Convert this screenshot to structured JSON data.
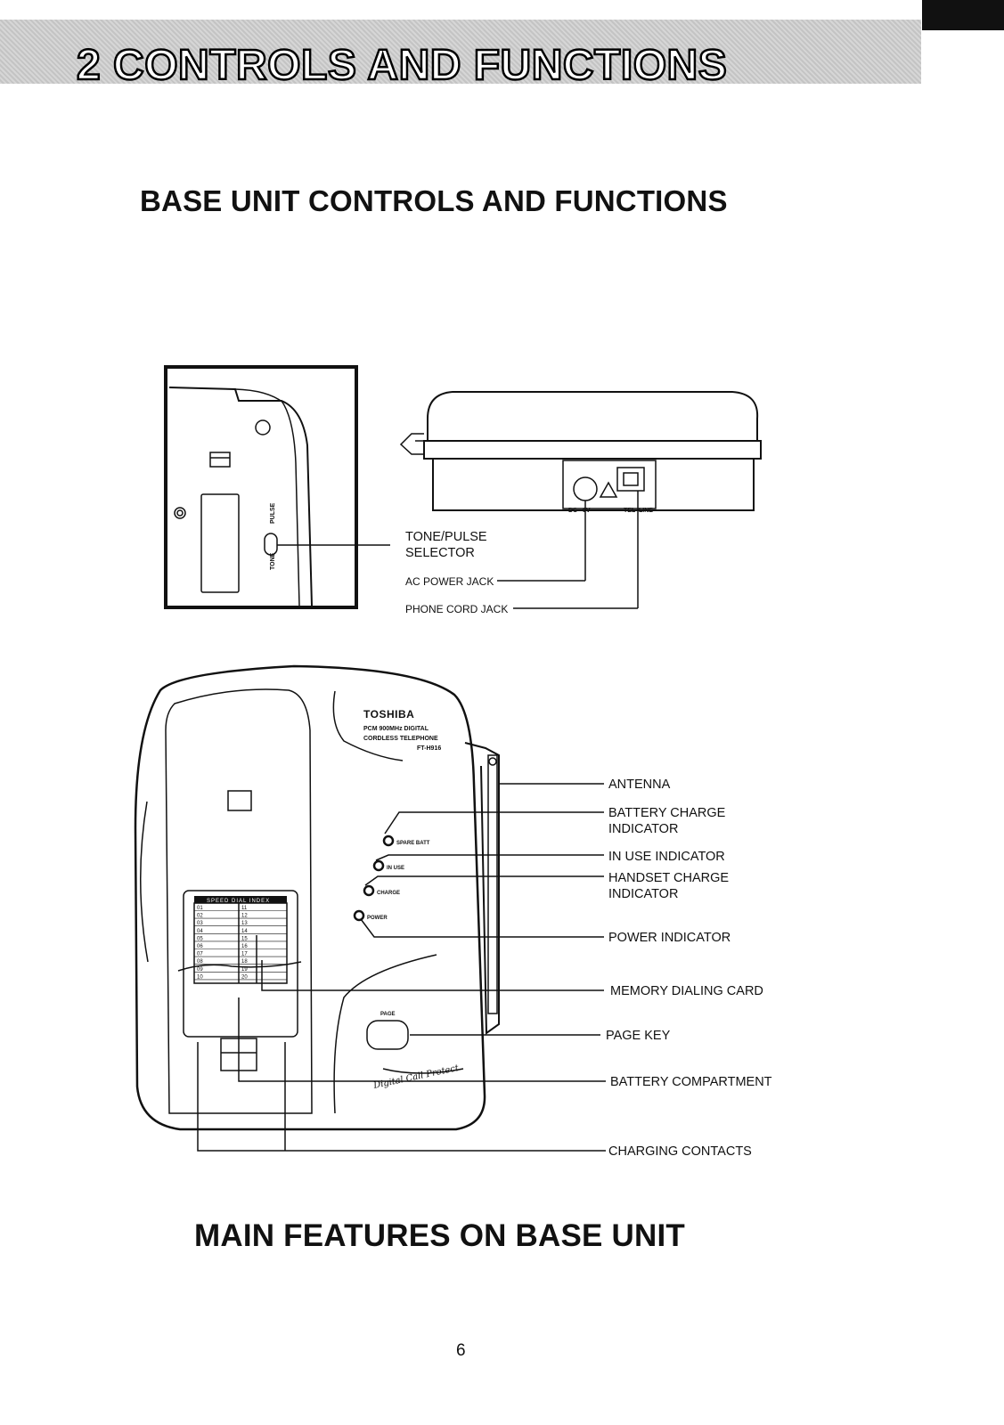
{
  "banner": {
    "title": "2 CONTROLS AND FUNCTIONS"
  },
  "sections": {
    "base_unit_title": "BASE UNIT CONTROLS AND FUNCTIONS",
    "main_features_title": "MAIN FEATURES ON BASE UNIT"
  },
  "top_view": {
    "labels": {
      "tone_pulse_1": "TONE/PULSE",
      "tone_pulse_2": "SELECTOR",
      "ac_power_jack": "AC POWER JACK",
      "phone_cord_jack": "PHONE CORD JACK"
    },
    "small_text": {
      "tone": "TONE",
      "pulse": "PULSE",
      "dc": "DC",
      "nine_v": "9V",
      "tel": "TEL",
      "line": "LINE"
    }
  },
  "front_view": {
    "brand": "TOSHIBA",
    "model_lines": [
      "PCM 900MHz DIGITAL",
      "CORDLESS TELEPHONE",
      "FT-H916"
    ],
    "indicator_texts": {
      "spare_batt": "SPARE BATT",
      "in_use": "IN USE",
      "charge": "CHARGE",
      "power": "POWER"
    },
    "page_button": "PAGE",
    "signature": "Digital Call Protect",
    "speed_dial_header": "SPEED DIAL INDEX",
    "speed_dial_left": [
      "01",
      "02",
      "03",
      "04",
      "05",
      "06",
      "07",
      "08",
      "09",
      "10"
    ],
    "speed_dial_right": [
      "11",
      "12",
      "13",
      "14",
      "15",
      "16",
      "17",
      "18",
      "19",
      "20"
    ],
    "callouts": {
      "antenna": "ANTENNA",
      "battery_charge_1": "BATTERY CHARGE",
      "battery_charge_2": "INDICATOR",
      "in_use": "IN USE INDICATOR",
      "handset_charge_1": "HANDSET CHARGE",
      "handset_charge_2": "INDICATOR",
      "power": "POWER INDICATOR",
      "memory_card": "MEMORY DIALING CARD",
      "page_key": "PAGE KEY",
      "battery_compartment": "BATTERY COMPARTMENT",
      "charging_contacts": "CHARGING CONTACTS"
    }
  },
  "page_number": "6"
}
